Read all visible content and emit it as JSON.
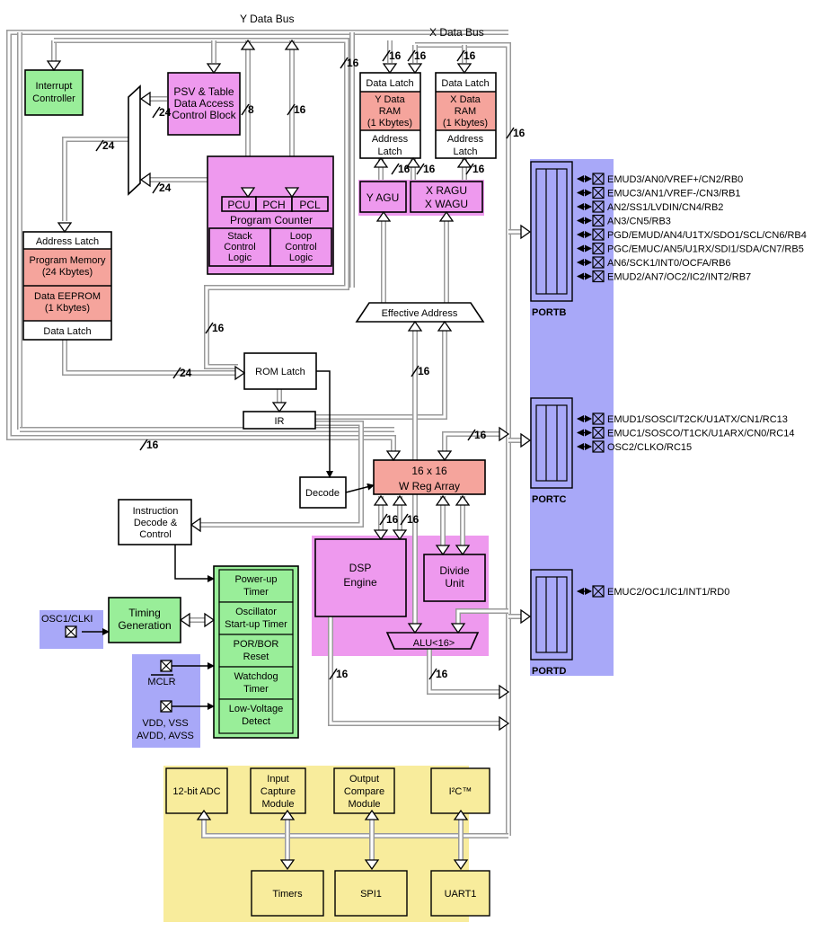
{
  "buses": {
    "y_data_bus": "Y Data Bus",
    "x_data_bus": "X Data Bus"
  },
  "bus_widths": {
    "w16": "16",
    "w24": "24",
    "w8": "8"
  },
  "colors": {
    "green": "#99ee99",
    "magenta": "#ee99ee",
    "salmon": "#f5a49c",
    "port_blue": "#a8a8f8",
    "peripheral_yellow": "#f8ec9c"
  },
  "blocks": {
    "interrupt_controller": [
      "Interrupt",
      "Controller"
    ],
    "psv_table": [
      "PSV & Table",
      "Data Access",
      "Control Block"
    ],
    "program_counter": {
      "pcu": "PCU",
      "pch": "PCH",
      "pcl": "PCL",
      "title": "Program Counter",
      "stack": [
        "Stack",
        "Control",
        "Logic"
      ],
      "loop": [
        "Loop",
        "Control",
        "Logic"
      ]
    },
    "y_ram": {
      "data_latch": "Data Latch",
      "ram": [
        "Y Data",
        "RAM",
        "(1 Kbytes)"
      ],
      "addr_latch": [
        "Address",
        "Latch"
      ]
    },
    "x_ram": {
      "data_latch": "Data Latch",
      "ram": [
        "X Data",
        "RAM",
        "(1 Kbytes)"
      ],
      "addr_latch": [
        "Address",
        "Latch"
      ]
    },
    "y_agu": "Y AGU",
    "x_agu": [
      "X RAGU",
      "X WAGU"
    ],
    "effective_address": "Effective Address",
    "program_memory": {
      "addr_latch": "Address Latch",
      "prog_mem": [
        "Program Memory",
        "(24 Kbytes)"
      ],
      "eeprom": [
        "Data EEPROM",
        "(1 Kbytes)"
      ],
      "data_latch": "Data Latch"
    },
    "rom_latch": "ROM Latch",
    "ir": "IR",
    "decode": "Decode",
    "w_reg": [
      "16 x 16",
      "W Reg Array"
    ],
    "instr_decode": [
      "Instruction",
      "Decode &",
      "Control"
    ],
    "dsp_engine": [
      "DSP",
      "Engine"
    ],
    "divide_unit": [
      "Divide",
      "Unit"
    ],
    "alu": "ALU<16>",
    "timing_generation": [
      "Timing",
      "Generation"
    ],
    "reset_timers": [
      [
        "Power-up",
        "Timer"
      ],
      [
        "Oscillator",
        "Start-up Timer"
      ],
      [
        "POR/BOR",
        "Reset"
      ],
      [
        "Watchdog",
        "Timer"
      ],
      [
        "Low-Voltage",
        "Detect"
      ]
    ]
  },
  "pins": {
    "osc1": "OSC1/CLKI",
    "mclr": "MCLR",
    "power": [
      "VDD, VSS",
      "AVDD, AVSS"
    ]
  },
  "ports": {
    "portb": {
      "name": "PORTB",
      "pins": [
        "EMUD3/AN0/VREF+/CN2/RB0",
        "EMUC3/AN1/VREF-/CN3/RB1",
        "AN2/SS1/LVDIN/CN4/RB2",
        "AN3/CN5/RB3",
        "PGD/EMUD/AN4/U1TX/SDO1/SCL/CN6/RB4",
        "PGC/EMUC/AN5/U1RX/SDI1/SDA/CN7/RB5",
        "AN6/SCK1/INT0/OCFA/RB6",
        "EMUD2/AN7/OC2/IC2/INT2/RB7"
      ]
    },
    "portc": {
      "name": "PORTC",
      "pins": [
        "EMUD1/SOSCI/T2CK/U1ATX/CN1/RC13",
        "EMUC1/SOSCO/T1CK/U1ARX/CN0/RC14",
        "OSC2/CLKO/RC15"
      ]
    },
    "portd": {
      "name": "PORTD",
      "pins": [
        "EMUC2/OC1/IC1/INT1/RD0"
      ]
    }
  },
  "peripherals": {
    "top": [
      "12-bit ADC",
      [
        "Input",
        "Capture",
        "Module"
      ],
      [
        "Output",
        "Compare",
        "Module"
      ],
      "I²C™"
    ],
    "bottom": [
      "Timers",
      "SPI1",
      "UART1"
    ]
  }
}
